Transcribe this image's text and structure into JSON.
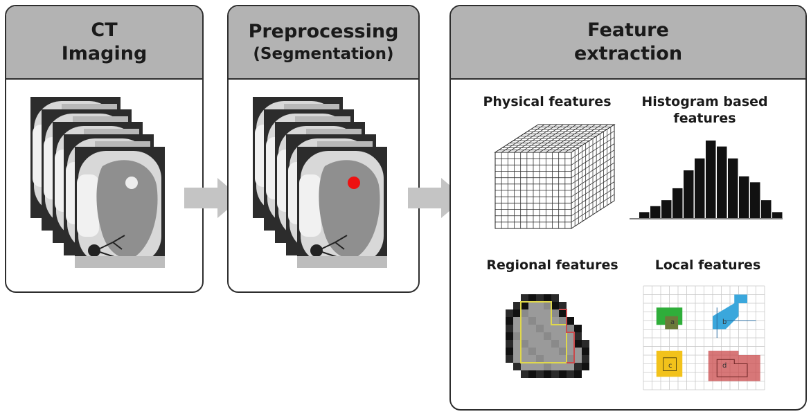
{
  "panels": {
    "ct": {
      "title_line1": "CT",
      "title_line2": "Imaging"
    },
    "pre": {
      "title_line1": "Preprocessing",
      "title_line2": "(Segmentation)"
    },
    "feat": {
      "title_line1": "Feature",
      "title_line2": "extraction"
    }
  },
  "features": {
    "physical": "Physical features",
    "histogram_line1": "Histogram based",
    "histogram_line2": "features",
    "regional": "Regional features",
    "local": "Local features"
  },
  "local_labels": {
    "a": "a",
    "b": "b",
    "c": "c",
    "d": "d"
  },
  "histogram": {
    "values": [
      1,
      2,
      3,
      5,
      8,
      10,
      13,
      12,
      10,
      7,
      6,
      3,
      1
    ]
  },
  "colors": {
    "panel_header": "#b3b3b3",
    "panel_border": "#2d2d2d",
    "arrow": "#c4c4c4",
    "segmentation": "#ee1111",
    "local_a": "#2fae3a",
    "local_b": "#3aa7dc",
    "local_c": "#f2c21b",
    "local_d": "#c9494b"
  }
}
